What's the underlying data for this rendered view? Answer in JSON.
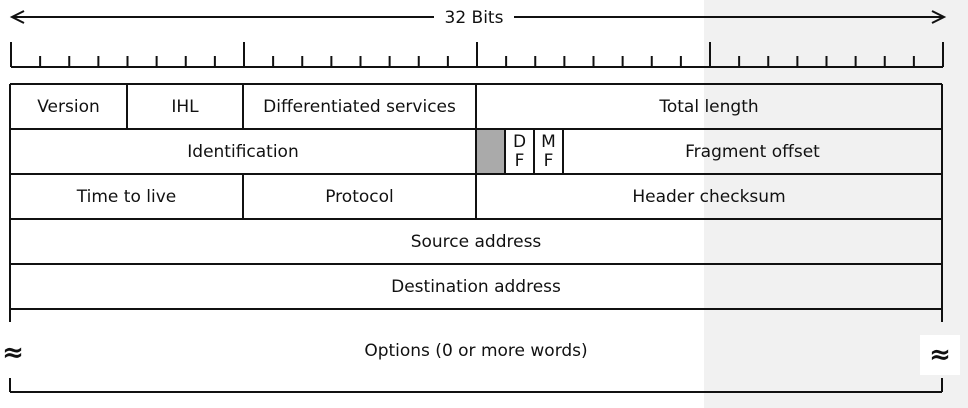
{
  "header": {
    "bits_label": "32 Bits"
  },
  "rows": {
    "row1": {
      "version": "Version",
      "ihl": "IHL",
      "diff_services": "Differentiated services",
      "total_length": "Total length"
    },
    "row2": {
      "identification": "Identification",
      "df_top": "D",
      "df_bottom": "F",
      "mf_top": "M",
      "mf_bottom": "F",
      "fragment_offset": "Fragment offset"
    },
    "row3": {
      "ttl": "Time to live",
      "protocol": "Protocol",
      "checksum": "Header checksum"
    },
    "row4": {
      "source": "Source address"
    },
    "row5": {
      "destination": "Destination address"
    },
    "row6": {
      "options": "Options (0 or more words)",
      "break_symbol": "≈"
    }
  },
  "colors": {
    "line": "#111111",
    "reserved_bit": "#aaaaaa",
    "shade": "#f1f1f1"
  }
}
